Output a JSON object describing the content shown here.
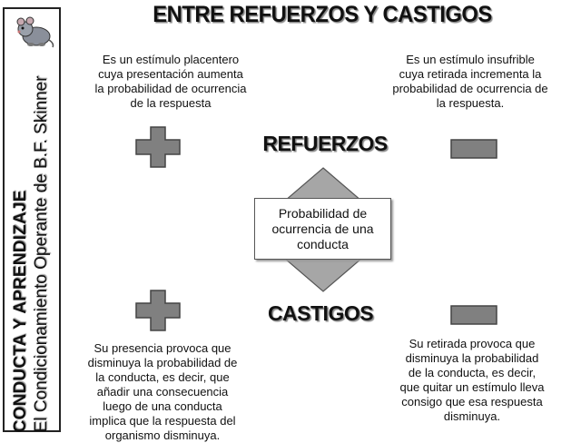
{
  "title": "ENTRE REFUERZOS Y CASTIGOS",
  "sidebar": {
    "title": "CONDUCTA Y APRENDIZAJE",
    "subtitle": "El Condicionamiento Operante de B.F. Skinner"
  },
  "labels": {
    "refuerzos": "REFUERZOS",
    "castigos": "CASTIGOS"
  },
  "center_box": {
    "line1": "Probabilidad de",
    "line2": "ocurrencia de una",
    "line3": "conducta"
  },
  "descriptions": {
    "refuerzo_positivo": [
      "Es un estímulo placentero",
      "cuya presentación aumenta",
      "la probabilidad de ocurrencia",
      "de la respuesta"
    ],
    "refuerzo_negativo": [
      "Es un estímulo insufrible",
      "cuya retirada incrementa la",
      "probabilidad de ocurrencia de",
      "la respuesta."
    ],
    "castigo_positivo": [
      "Su presencia provoca que",
      "disminuya la probabilidad de",
      "la conducta, es decir, que",
      "añadir una consecuencia",
      "luego de una conducta",
      "implica que la respuesta del",
      "organismo disminuya."
    ],
    "castigo_negativo": [
      "Su retirada provoca que",
      "disminuya la probabilidad",
      "de la conducta, es decir,",
      "que quitar un estímulo lleva",
      "consigo que esa respuesta",
      "disminuya."
    ]
  },
  "colors": {
    "symbol": "#808080",
    "symbol_border": "#444444",
    "arrow": "#a6a6a6"
  }
}
